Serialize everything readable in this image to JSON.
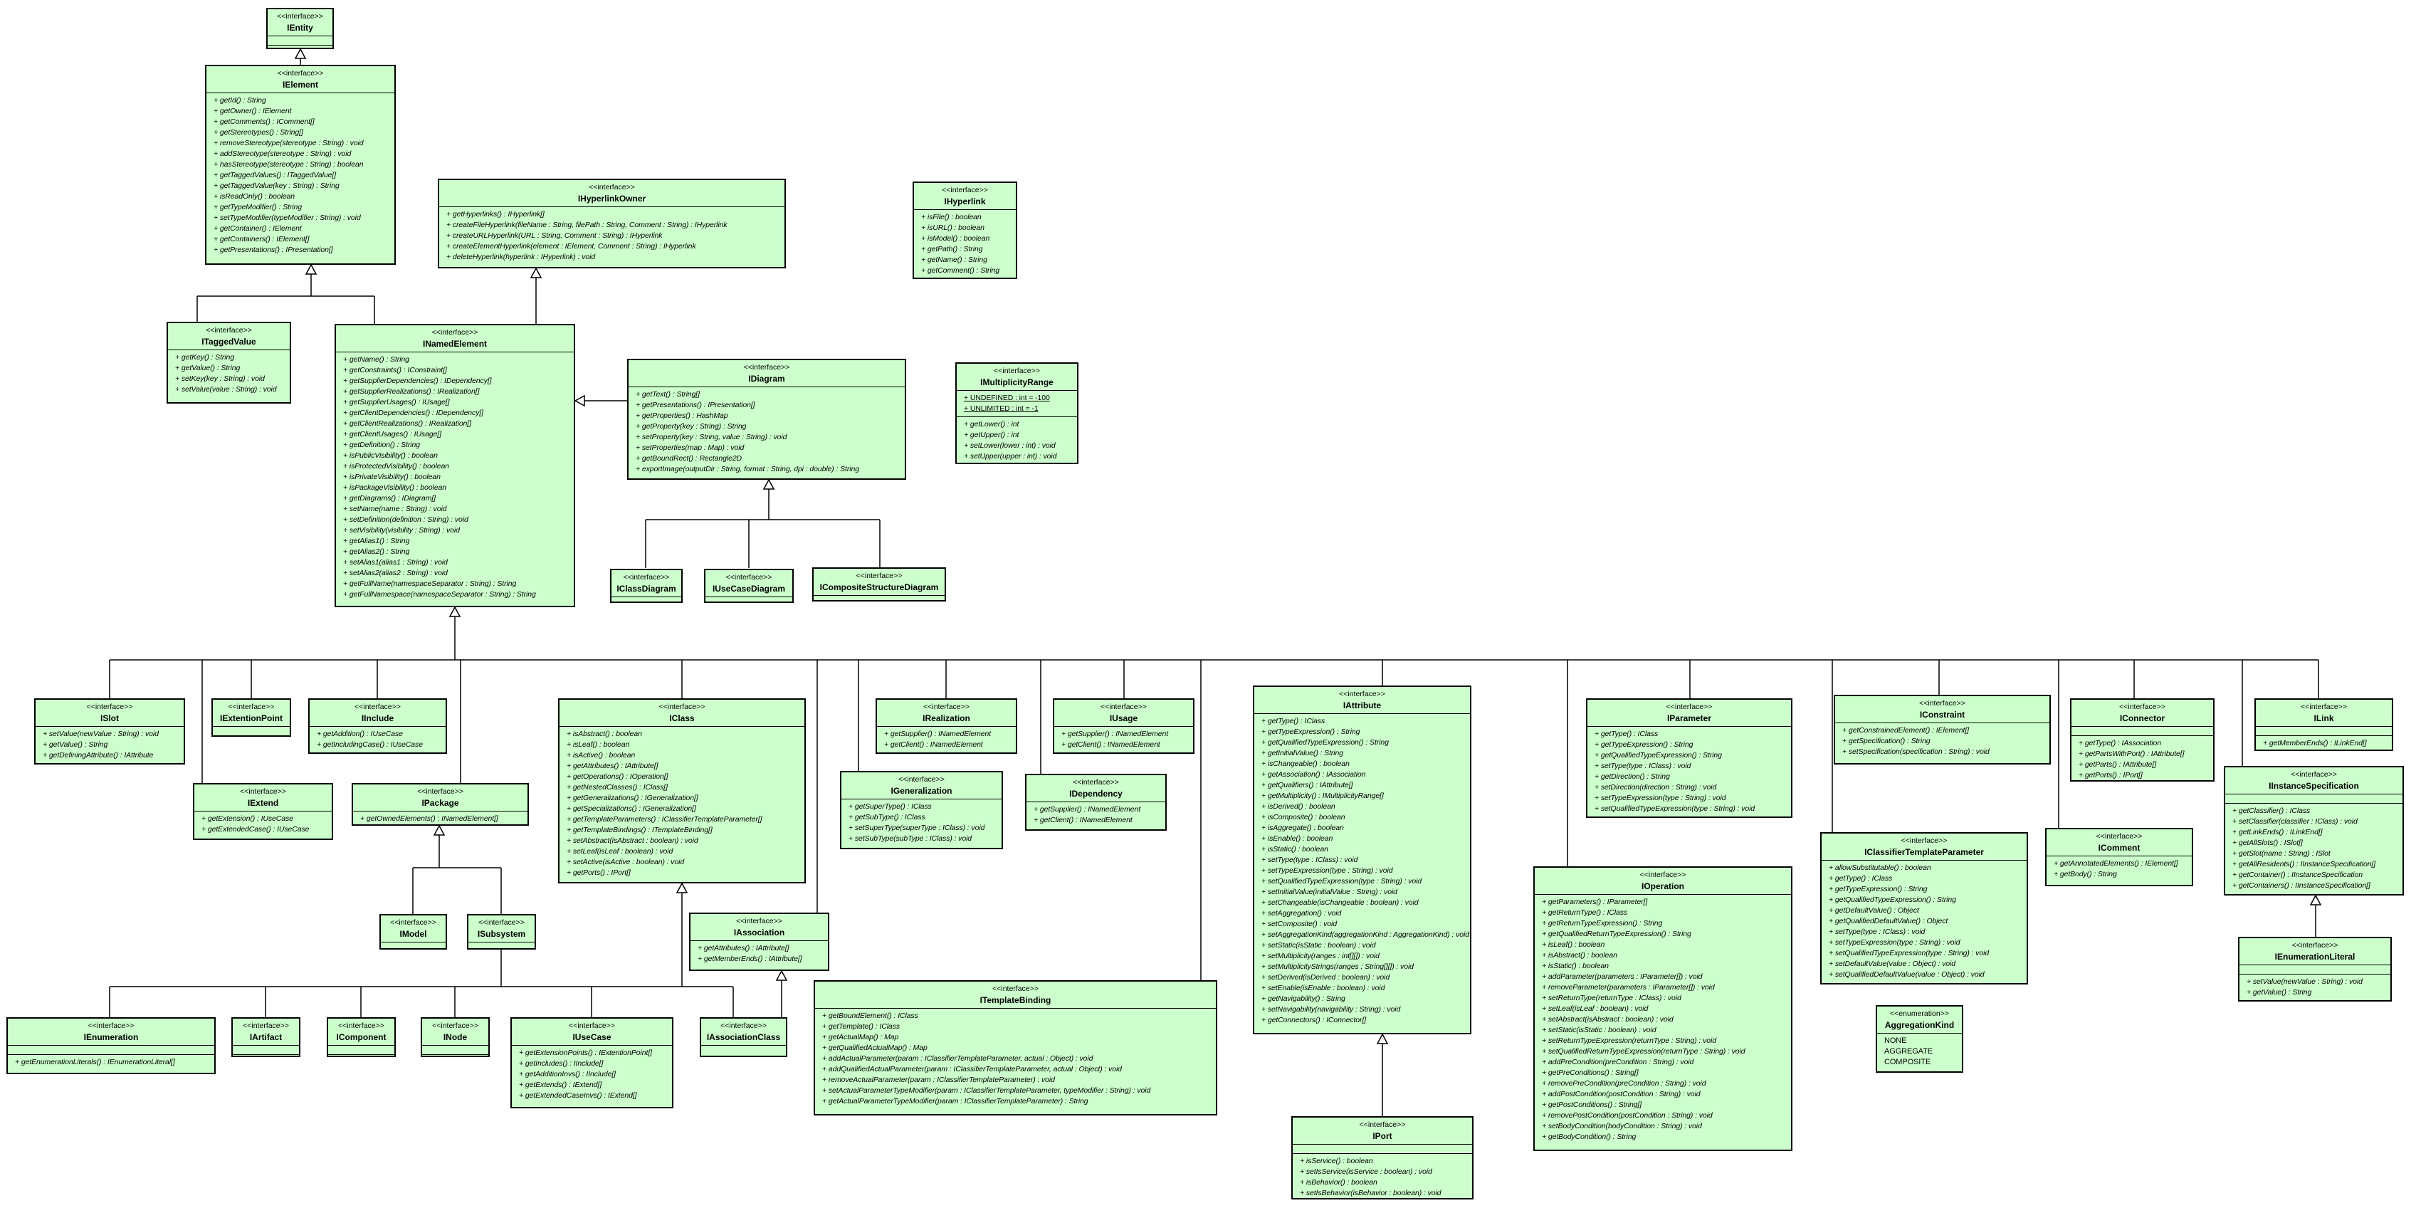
{
  "colors": {
    "class_fill": "#ccffcc",
    "border": "#000000",
    "background": "#ffffff"
  },
  "classes": [
    {
      "stereotype": "<<interface>>",
      "name": "IEntity",
      "attributes": [],
      "operations": []
    },
    {
      "stereotype": "<<interface>>",
      "name": "IElement",
      "attributes": [],
      "operations": [
        "+ getId() : String",
        "+ getOwner() : IElement",
        "+ getComments() : IComment[]",
        "+ getStereotypes() : String[]",
        "+ removeStereotype(stereotype : String) : void",
        "+ addStereotype(stereotype : String) : void",
        "+ hasStereotype(stereotype : String) : boolean",
        "+ getTaggedValues() : ITaggedValue[]",
        "+ getTaggedValue(key : String) : String",
        "+ isReadOnly() : boolean",
        "+ getTypeModifier() : String",
        "+ setTypeModifier(typeModifier : String) : void",
        "+ getContainer() : IElement",
        "+ getContainers() : IElement[]",
        "+ getPresentations() : IPresentation[]"
      ]
    },
    {
      "stereotype": "<<interface>>",
      "name": "ITaggedValue",
      "attributes": [],
      "operations": [
        "+ getKey() : String",
        "+ getValue() : String",
        "+ setKey(key : String) : void",
        "+ setValue(value : String) : void"
      ]
    },
    {
      "stereotype": "<<interface>>",
      "name": "INamedElement",
      "attributes": [],
      "operations": [
        "+ getName() : String",
        "+ getConstraints() : IConstraint[]",
        "+ getSupplierDependencies() : IDependency[]",
        "+ getSupplierRealizations() : IRealization[]",
        "+ getSupplierUsages() : IUsage[]",
        "+ getClientDependencies() : IDependency[]",
        "+ getClientRealizations() : IRealization[]",
        "+ getClientUsages() : IUsage[]",
        "+ getDefinition() : String",
        "+ isPublicVisibility() : boolean",
        "+ isProtectedVisibility() : boolean",
        "+ isPrivateVisibility() : boolean",
        "+ isPackageVisibility() : boolean",
        "+ getDiagrams() : IDiagram[]",
        "+ setName(name : String) : void",
        "+ setDefinition(definition : String) : void",
        "+ setVisibility(visibility : String) : void",
        "+ getAlias1() : String",
        "+ getAlias2() : String",
        "+ setAlias1(alias1 : String) : void",
        "+ setAlias2(alias2 : String) : void",
        "+ getFullName(namespaceSeparator : String) : String",
        "+ getFullNamespace(namespaceSeparator : String) : String"
      ]
    },
    {
      "stereotype": "<<interface>>",
      "name": "IHyperlinkOwner",
      "attributes": [],
      "operations": [
        "+ getHyperlinks() : IHyperlink[]",
        "+ createFileHyperlink(fileName : String, filePath : String, Comment : String) : IHyperlink",
        "+ createURLHyperlink(URL : String, Comment : String) : IHyperlink",
        "+ createElementHyperlink(element : IElement, Comment : String) : IHyperlink",
        "+ deleteHyperlink(hyperlink : IHyperlink) : void"
      ]
    },
    {
      "stereotype": "<<interface>>",
      "name": "IHyperlink",
      "attributes": [],
      "operations": [
        "+ isFile() : boolean",
        "+ isURL() : boolean",
        "+ isModel() : boolean",
        "+ getPath() : String",
        "+ getName() : String",
        "+ getComment() : String"
      ]
    },
    {
      "stereotype": "<<interface>>",
      "name": "IDiagram",
      "attributes": [],
      "operations": [
        "+ getText() : String[]",
        "+ getPresentations() : IPresentation[]",
        "+ getProperties() : HashMap",
        "+ getProperty(key : String) : String",
        "+ setProperty(key : String, value : String) : void",
        "+ setProperties(map : Map) : void",
        "+ getBoundRect() : Rectangle2D",
        "+ exportImage(outputDir : String, format : String, dpi : double) : String"
      ]
    },
    {
      "stereotype": "<<interface>>",
      "name": "IMultiplicityRange",
      "attributes": [
        "+ UNDEFINED : int = -100",
        "+ UNLIMITED : int = -1"
      ],
      "operations": [
        "+ getLower() : int",
        "+ getUpper() : int",
        "+ setLower(lower : int) : void",
        "+ setUpper(upper : int) : void"
      ]
    },
    {
      "stereotype": "<<interface>>",
      "name": "IClassDiagram",
      "attributes": [],
      "operations": []
    },
    {
      "stereotype": "<<interface>>",
      "name": "IUseCaseDiagram",
      "attributes": [],
      "operations": []
    },
    {
      "stereotype": "<<interface>>",
      "name": "ICompositeStructureDiagram",
      "attributes": [],
      "operations": []
    },
    {
      "stereotype": "<<interface>>",
      "name": "ISlot",
      "attributes": [],
      "operations": [
        "+ setValue(newValue : String) : void",
        "+ getValue() : String",
        "+ getDefiningAttribute() : IAttribute"
      ]
    },
    {
      "stereotype": "<<interface>>",
      "name": "IExtentionPoint",
      "attributes": [],
      "operations": []
    },
    {
      "stereotype": "<<interface>>",
      "name": "IInclude",
      "attributes": [],
      "operations": [
        "+ getAddition() : IUseCase",
        "+ getIncludingCase() : IUseCase"
      ]
    },
    {
      "stereotype": "<<interface>>",
      "name": "IExtend",
      "attributes": [],
      "operations": [
        "+ getExtension() : IUseCase",
        "+ getExtendedCase() : IUseCase"
      ]
    },
    {
      "stereotype": "<<interface>>",
      "name": "IPackage",
      "attributes": [],
      "operations": [
        "+ getOwnedElements() : INamedElement[]"
      ]
    },
    {
      "stereotype": "<<interface>>",
      "name": "IModel",
      "attributes": [],
      "operations": []
    },
    {
      "stereotype": "<<interface>>",
      "name": "ISubsystem",
      "attributes": [],
      "operations": []
    },
    {
      "stereotype": "<<interface>>",
      "name": "IEnumeration",
      "attributes": [],
      "operations": [
        "+ getEnumerationLiterals() : IEnumerationLiteral[]"
      ]
    },
    {
      "stereotype": "<<interface>>",
      "name": "IArtifact",
      "attributes": [],
      "operations": []
    },
    {
      "stereotype": "<<interface>>",
      "name": "IComponent",
      "attributes": [],
      "operations": []
    },
    {
      "stereotype": "<<interface>>",
      "name": "INode",
      "attributes": [],
      "operations": []
    },
    {
      "stereotype": "<<interface>>",
      "name": "IUseCase",
      "attributes": [],
      "operations": [
        "+ getExtensionPoints() : IExtentionPoint[]",
        "+ getIncludes() : IInclude[]",
        "+ getAdditionInvs() : IInclude[]",
        "+ getExtends() : IExtend[]",
        "+ getExtendedCaseInvs() : IExtend[]"
      ]
    },
    {
      "stereotype": "<<interface>>",
      "name": "IAssociationClass",
      "attributes": [],
      "operations": []
    },
    {
      "stereotype": "<<interface>>",
      "name": "IAssociation",
      "attributes": [],
      "operations": [
        "+ getAttributes() : IAttribute[]",
        "+ getMemberEnds() : IAttribute[]"
      ]
    },
    {
      "stereotype": "<<interface>>",
      "name": "IClass",
      "attributes": [],
      "operations": [
        "+ isAbstract() : boolean",
        "+ isLeaf() : boolean",
        "+ isActive() : boolean",
        "+ getAttributes() : IAttribute[]",
        "+ getOperations() : IOperation[]",
        "+ getNestedClasses() : IClass[]",
        "+ getGeneralizations() : IGeneralization[]",
        "+ getSpecializations() : IGeneralization[]",
        "+ getTemplateParameters() : IClassifierTemplateParameter[]",
        "+ getTemplateBindings() : ITemplateBinding[]",
        "+ setAbstract(isAbstract : boolean) : void",
        "+ setLeaf(isLeaf : boolean) : void",
        "+ setActive(isActive : boolean) : void",
        "+ getPorts() : IPort[]"
      ]
    },
    {
      "stereotype": "<<interface>>",
      "name": "IRealization",
      "attributes": [],
      "operations": [
        "+ getSupplier() : INamedElement",
        "+ getClient() : INamedElement"
      ]
    },
    {
      "stereotype": "<<interface>>",
      "name": "IUsage",
      "attributes": [],
      "operations": [
        "+ getSupplier() : INamedElement",
        "+ getClient() : INamedElement"
      ]
    },
    {
      "stereotype": "<<interface>>",
      "name": "IGeneralization",
      "attributes": [],
      "operations": [
        "+ getSuperType() : IClass",
        "+ getSubType() : IClass",
        "+ setSuperType(superType : IClass) : void",
        "+ setSubType(subType : IClass) : void"
      ]
    },
    {
      "stereotype": "<<interface>>",
      "name": "IDependency",
      "attributes": [],
      "operations": [
        "+ getSupplier() : INamedElement",
        "+ getClient() : INamedElement"
      ]
    },
    {
      "stereotype": "<<interface>>",
      "name": "ITemplateBinding",
      "attributes": [],
      "operations": [
        "+ getBoundElement() : IClass",
        "+ getTemplate() : IClass",
        "+ getActualMap() : Map",
        "+ getQualifiedActualMap() : Map",
        "+ addActualParameter(param : IClassifierTemplateParameter, actual : Object) : void",
        "+ addQualifiedActualParameter(param : IClassifierTemplateParameter, actual : Object) : void",
        "+ removeActualParameter(param : IClassifierTemplateParameter) : void",
        "+ setActualParameterTypeModifier(param : IClassifierTemplateParameter, typeModifier : String) : void",
        "+ getActualParameterTypeModifier(param : IClassifierTemplateParameter) : String"
      ]
    },
    {
      "stereotype": "<<interface>>",
      "name": "IAttribute",
      "attributes": [],
      "operations": [
        "+ getType() : IClass",
        "+ getTypeExpression() : String",
        "+ getQualifiedTypeExpression() : String",
        "+ getInitialValue() : String",
        "+ isChangeable() : boolean",
        "+ getAssociation() : IAssociation",
        "+ getQualifiers() : IAttribute[]",
        "+ getMultiplicity() : IMultiplicityRange[]",
        "+ isDerived() : boolean",
        "+ isComposite() : boolean",
        "+ isAggregate() : boolean",
        "+ isEnable() : boolean",
        "+ isStatic() : boolean",
        "+ setType(type : IClass) : void",
        "+ setTypeExpression(type : String) : void",
        "+ setQualifiedTypeExpression(type : String) : void",
        "+ setInitialValue(initialValue : String) : void",
        "+ setChangeable(isChangeable : boolean) : void",
        "+ setAggregation() : void",
        "+ setComposite() : void",
        "+ setAggregationKind(aggregationKind : AggregationKind) : void",
        "+ setStatic(isStatic : boolean) : void",
        "+ setMultiplicity(ranges : int[][]) : void",
        "+ setMultiplicityStrings(ranges : String[][]) : void",
        "+ setDerived(isDerived : boolean) : void",
        "+ setEnable(isEnable : boolean) : void",
        "+ getNavigability() : String",
        "+ setNavigability(navigability : String) : void",
        "+ getConnectors() : IConnector[]"
      ]
    },
    {
      "stereotype": "<<interface>>",
      "name": "IPort",
      "attributes": [],
      "operations": [
        "+ isService() : boolean",
        "+ setIsService(isService : boolean) : void",
        "+ isBehavior() : boolean",
        "+ setIsBehavior(isBehavior : boolean) : void"
      ]
    },
    {
      "stereotype": "<<interface>>",
      "name": "IParameter",
      "attributes": [],
      "operations": [
        "+ getType() : IClass",
        "+ getTypeExpression() : String",
        "+ getQualifiedTypeExpression() : String",
        "+ setType(type : IClass) : void",
        "+ getDirection() : String",
        "+ setDirection(direction : String) : void",
        "+ setTypeExpression(type : String) : void",
        "+ setQualifiedTypeExpression(type : String) : void"
      ]
    },
    {
      "stereotype": "<<interface>>",
      "name": "IOperation",
      "attributes": [],
      "operations": [
        "+ getParameters() : IParameter[]",
        "+ getReturnType() : IClass",
        "+ getReturnTypeExpression() : String",
        "+ getQualifiedReturnTypeExpression() : String",
        "+ isLeaf() : boolean",
        "+ isAbstract() : boolean",
        "+ isStatic() : boolean",
        "+ addParameter(parameters : IParameter[]) : void",
        "+ removeParameter(parameters : IParameter[]) : void",
        "+ setReturnType(returnType : IClass) : void",
        "+ setLeaf(isLeaf : boolean) : void",
        "+ setAbstract(isAbstract : boolean) : void",
        "+ setStatic(isStatic : boolean) : void",
        "+ setReturnTypeExpression(returnType : String) : void",
        "+ setQualifiedReturnTypeExpression(returnType : String) : void",
        "+ addPreCondition(preCondition : String) : void",
        "+ getPreConditions() : String[]",
        "+ removePreCondition(preCondition : String) : void",
        "+ addPostCondition(postCondition : String) : void",
        "+ getPostConditions() : String[]",
        "+ removePostCondition(postCondition : String) : void",
        "+ setBodyCondition(bodyCondition : String) : void",
        "+ getBodyCondition() : String"
      ]
    },
    {
      "stereotype": "<<interface>>",
      "name": "IConstraint",
      "attributes": [],
      "operations": [
        "+ getConstrainedElement() : IElement[]",
        "+ getSpecification() : String",
        "+ setSpecification(specification : String) : void"
      ]
    },
    {
      "stereotype": "<<interface>>",
      "name": "IClassifierTemplateParameter",
      "attributes": [],
      "operations": [
        "+ allowSubstitutable() : boolean",
        "+ getType() : IClass",
        "+ getTypeExpression() : String",
        "+ getQualifiedTypeExpression() : String",
        "+ getDefaultValue() : Object",
        "+ getQualifiedDefaultValue() : Object",
        "+ setType(type : IClass) : void",
        "+ setTypeExpression(type : String) : void",
        "+ setQualifiedTypeExpression(type : String) : void",
        "+ setDefaultValue(value : Object) : void",
        "+ setQualifiedDefaultValue(value : Object) : void"
      ]
    },
    {
      "stereotype": "<<enumeration>>",
      "name": "AggregationKind",
      "attributes": [],
      "operations": [],
      "literals": [
        "NONE",
        "AGGREGATE",
        "COMPOSITE"
      ]
    },
    {
      "stereotype": "<<interface>>",
      "name": "IConnector",
      "attributes": [],
      "operations": [
        "+ getType() : IAssociation",
        "+ getPartsWithPort() : IAttribute[]",
        "+ getParts() : IAttribute[]",
        "+ getPorts() : IPort[]"
      ]
    },
    {
      "stereotype": "<<interface>>",
      "name": "IComment",
      "attributes": [],
      "operations": [
        "+ getAnnotatedElements() : IElement[]",
        "+ getBody() : String"
      ]
    },
    {
      "stereotype": "<<interface>>",
      "name": "ILink",
      "attributes": [],
      "operations": [
        "+ getMemberEnds() : ILinkEnd[]"
      ]
    },
    {
      "stereotype": "<<interface>>",
      "name": "IInstanceSpecification",
      "attributes": [],
      "operations": [
        "+ getClassifier() : IClass",
        "+ setClassifier(classifier : IClass) : void",
        "+ getLinkEnds() : ILinkEnd[]",
        "+ getAllSlots() : ISlot[]",
        "+ getSlot(name : String) : ISlot",
        "+ getAllResidents() : IInstanceSpecification[]",
        "+ getContainer() : IInstanceSpecification",
        "+ getContainers() : IInstanceSpecification[]"
      ]
    },
    {
      "stereotype": "<<interface>>",
      "name": "IEnumerationLiteral",
      "attributes": [],
      "operations": [
        "+ setValue(newValue : String) : void",
        "+ getValue() : String"
      ]
    }
  ]
}
